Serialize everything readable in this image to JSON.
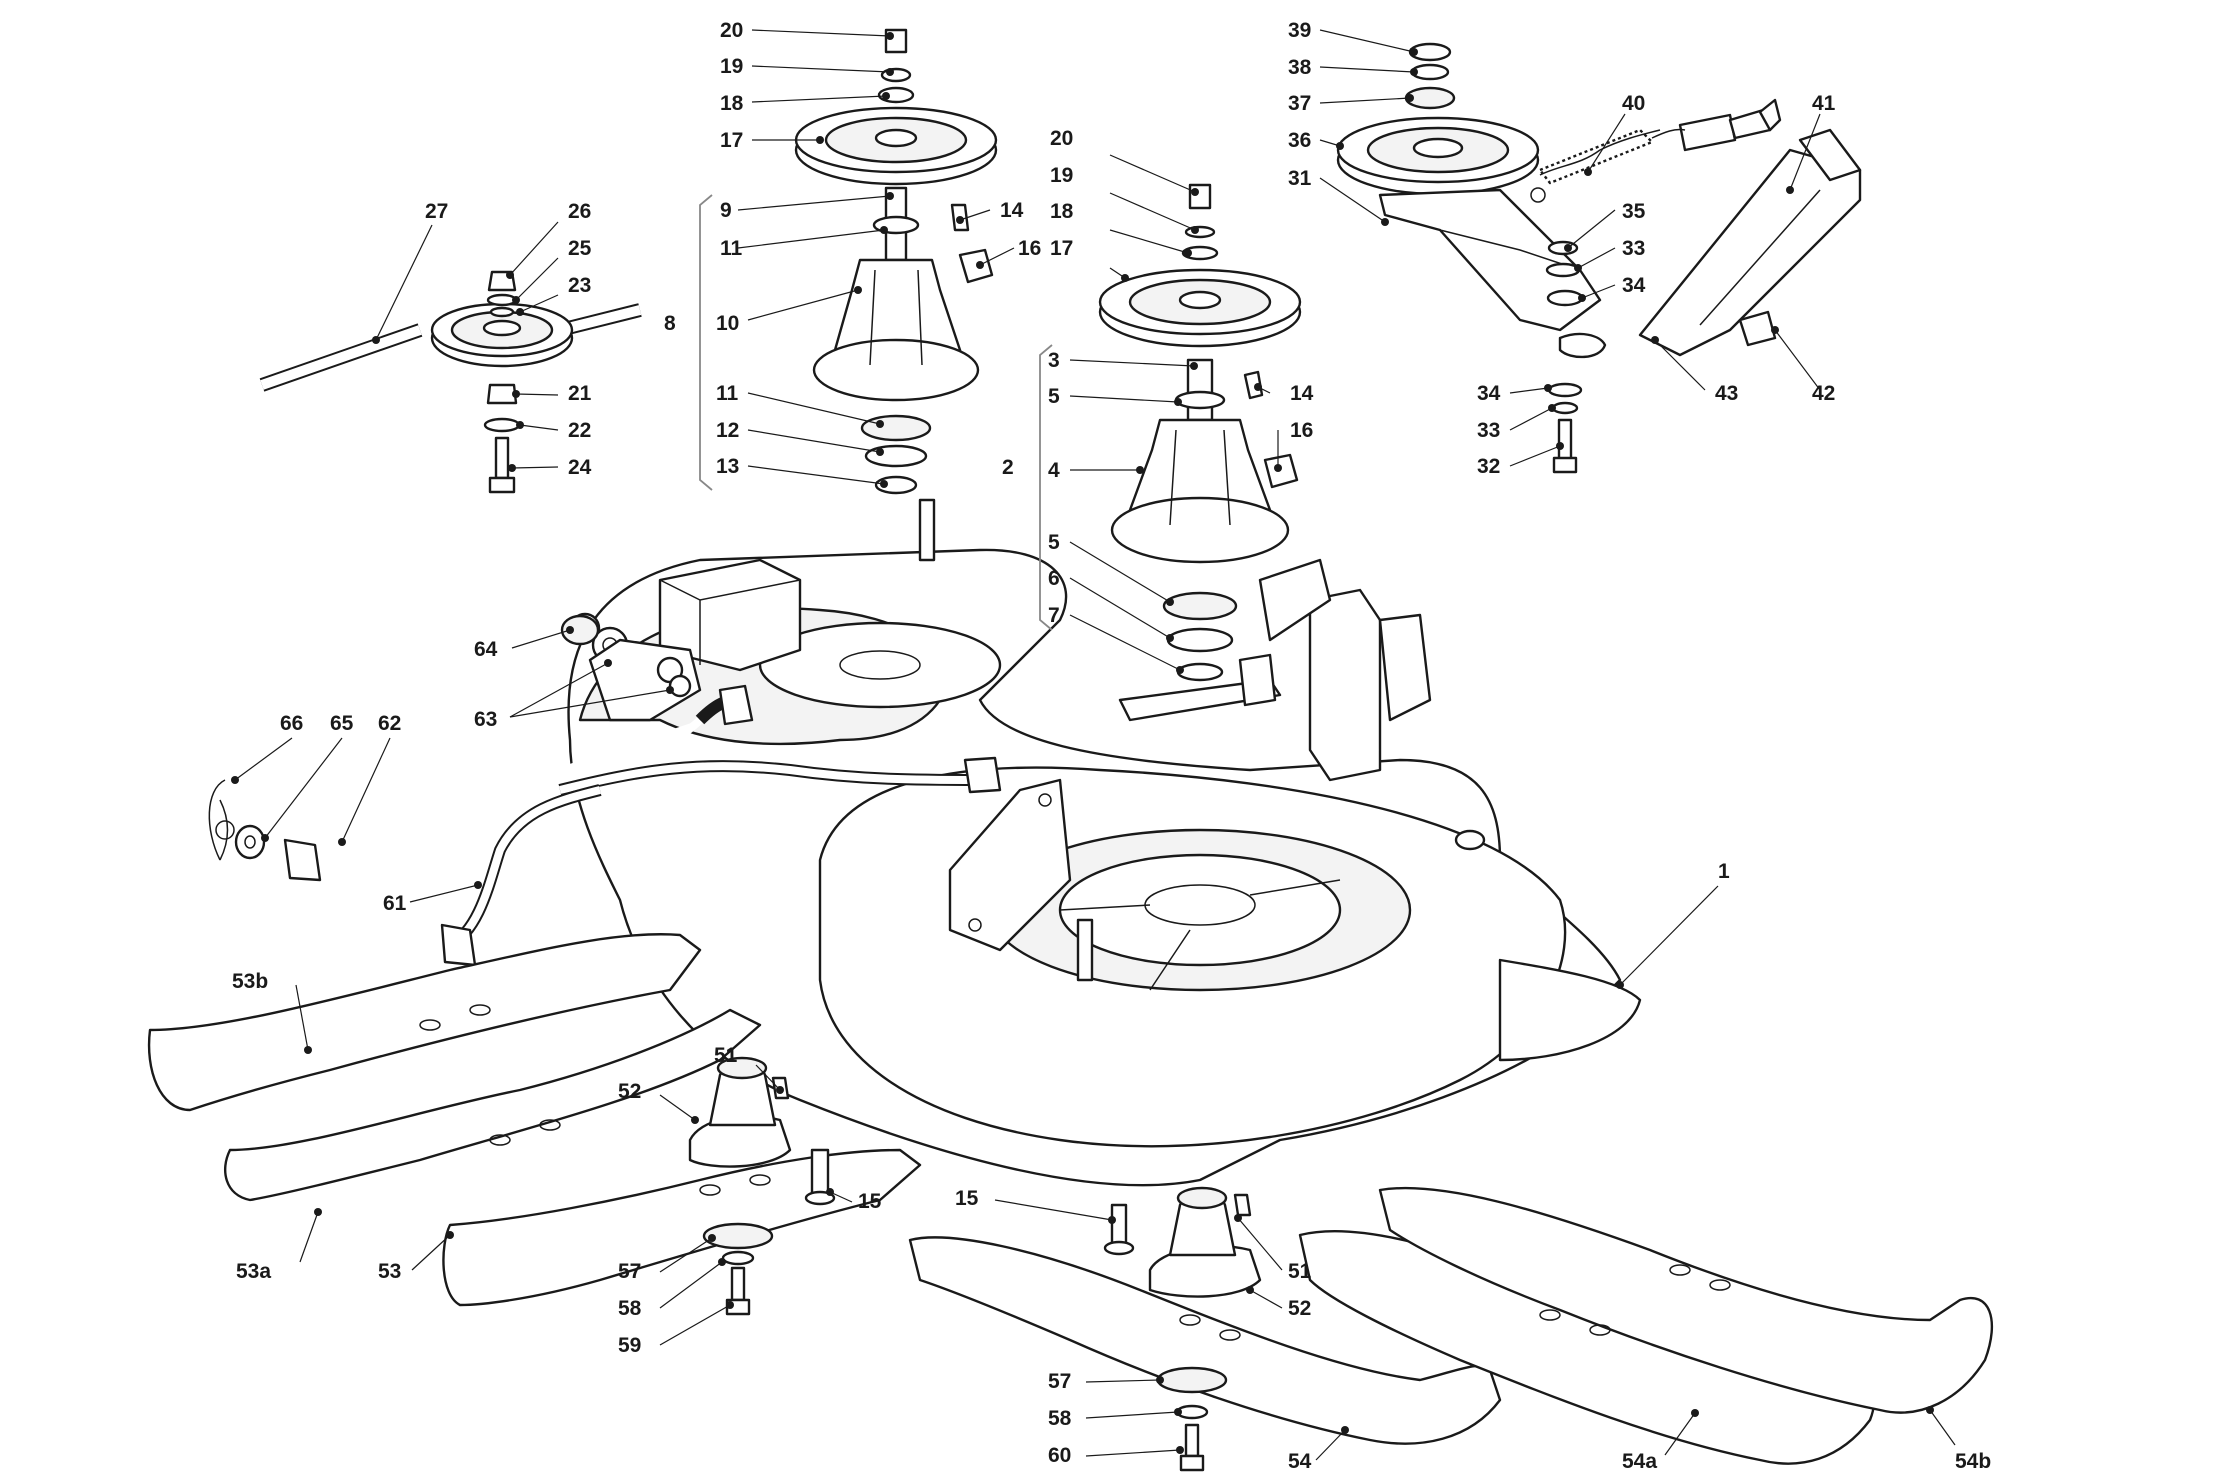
{
  "labels": [
    {
      "id": "20",
      "text": "20"
    },
    {
      "id": "19",
      "text": "19"
    },
    {
      "id": "18",
      "text": "18"
    },
    {
      "id": "17",
      "text": "17"
    },
    {
      "id": "9",
      "text": "9"
    },
    {
      "id": "11a",
      "text": "11"
    },
    {
      "id": "14a",
      "text": "14"
    },
    {
      "id": "16a",
      "text": "16"
    },
    {
      "id": "8",
      "text": "8"
    },
    {
      "id": "10",
      "text": "10"
    },
    {
      "id": "11b",
      "text": "11"
    },
    {
      "id": "12",
      "text": "12"
    },
    {
      "id": "13",
      "text": "13"
    },
    {
      "id": "2",
      "text": "2"
    },
    {
      "id": "20b",
      "text": "20"
    },
    {
      "id": "19b",
      "text": "19"
    },
    {
      "id": "18b",
      "text": "18"
    },
    {
      "id": "17b",
      "text": "17"
    },
    {
      "id": "3",
      "text": "3"
    },
    {
      "id": "5a",
      "text": "5"
    },
    {
      "id": "14b",
      "text": "14"
    },
    {
      "id": "16b",
      "text": "16"
    },
    {
      "id": "4",
      "text": "4"
    },
    {
      "id": "5b",
      "text": "5"
    },
    {
      "id": "6",
      "text": "6"
    },
    {
      "id": "7",
      "text": "7"
    },
    {
      "id": "39",
      "text": "39"
    },
    {
      "id": "38",
      "text": "38"
    },
    {
      "id": "37",
      "text": "37"
    },
    {
      "id": "36",
      "text": "36"
    },
    {
      "id": "31",
      "text": "31"
    },
    {
      "id": "40",
      "text": "40"
    },
    {
      "id": "41",
      "text": "41"
    },
    {
      "id": "35",
      "text": "35"
    },
    {
      "id": "33a",
      "text": "33"
    },
    {
      "id": "34a",
      "text": "34"
    },
    {
      "id": "34b",
      "text": "34"
    },
    {
      "id": "33b",
      "text": "33"
    },
    {
      "id": "32",
      "text": "32"
    },
    {
      "id": "43",
      "text": "43"
    },
    {
      "id": "42",
      "text": "42"
    },
    {
      "id": "27",
      "text": "27"
    },
    {
      "id": "26",
      "text": "26"
    },
    {
      "id": "25",
      "text": "25"
    },
    {
      "id": "23",
      "text": "23"
    },
    {
      "id": "21",
      "text": "21"
    },
    {
      "id": "22",
      "text": "22"
    },
    {
      "id": "24",
      "text": "24"
    },
    {
      "id": "64",
      "text": "64"
    },
    {
      "id": "63",
      "text": "63"
    },
    {
      "id": "66",
      "text": "66"
    },
    {
      "id": "65",
      "text": "65"
    },
    {
      "id": "62",
      "text": "62"
    },
    {
      "id": "61",
      "text": "61"
    },
    {
      "id": "1",
      "text": "1"
    },
    {
      "id": "53b",
      "text": "53b"
    },
    {
      "id": "51a",
      "text": "51"
    },
    {
      "id": "52a",
      "text": "52"
    },
    {
      "id": "15a",
      "text": "15"
    },
    {
      "id": "53a",
      "text": "53a"
    },
    {
      "id": "53",
      "text": "53"
    },
    {
      "id": "57a",
      "text": "57"
    },
    {
      "id": "58a",
      "text": "58"
    },
    {
      "id": "59",
      "text": "59"
    },
    {
      "id": "15b",
      "text": "15"
    },
    {
      "id": "51b",
      "text": "51"
    },
    {
      "id": "52b",
      "text": "52"
    },
    {
      "id": "57b",
      "text": "57"
    },
    {
      "id": "58b",
      "text": "58"
    },
    {
      "id": "60",
      "text": "60"
    },
    {
      "id": "54",
      "text": "54"
    },
    {
      "id": "54a",
      "text": "54a"
    },
    {
      "id": "54b",
      "text": "54b"
    }
  ]
}
